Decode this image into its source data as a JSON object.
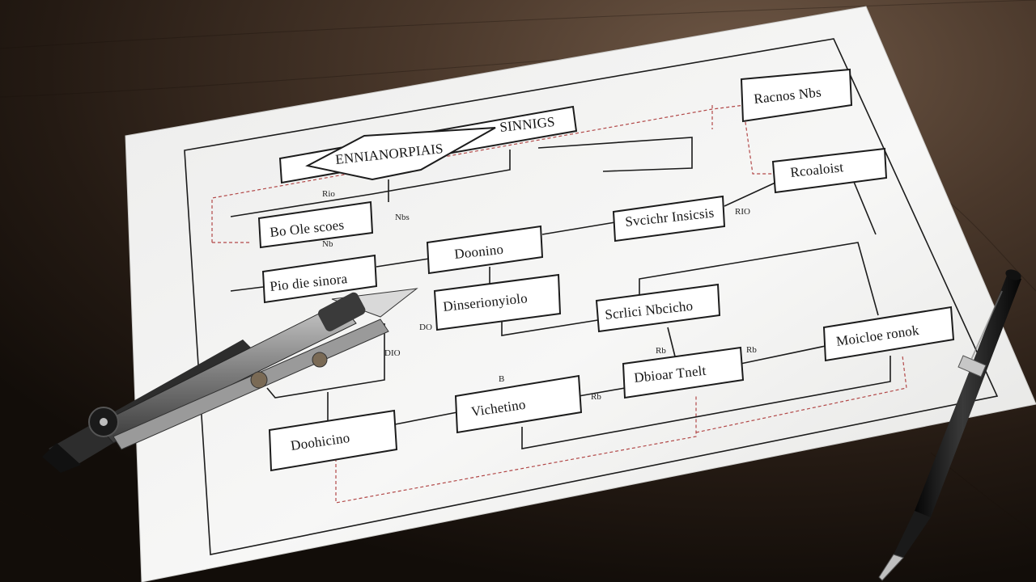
{
  "scene": {
    "colors": {
      "desk_dark": "#1e150f",
      "desk_light": "#5a4535",
      "paper": "#f4f4f2",
      "ink": "#1c1c1c",
      "dashed_red": "#b24848"
    }
  },
  "diagram": {
    "labels": {
      "decision": "ENNIANORPIAIS",
      "top_box": "SINNIGS",
      "top_right": "Racnos Nbs",
      "right_upper": "Rcoaloist",
      "mid_right": "Svcichr Insicsis",
      "left_upper": "Bo Ole scoes",
      "center_top": "Doonino",
      "left_mid": "Pio die sinora",
      "center_mid": "Dinserionyiolo",
      "right_mid": "Scrlici Nbcicho",
      "far_right": "Moicloe ronok",
      "center_low": "Dbioar Tnelt",
      "bottom_center": "Vichetino",
      "bottom_left": "Doohicino"
    },
    "small_labels": {
      "a": "Rio",
      "b": "Nb",
      "c": "RIO",
      "d": "Nbs",
      "e": "DIO",
      "f": "DO",
      "g": "Rb",
      "h": "B",
      "i": "Rb",
      "j": "Rb"
    }
  },
  "props": {
    "compass": "drafting-compass",
    "pen": "fountain-pen"
  }
}
